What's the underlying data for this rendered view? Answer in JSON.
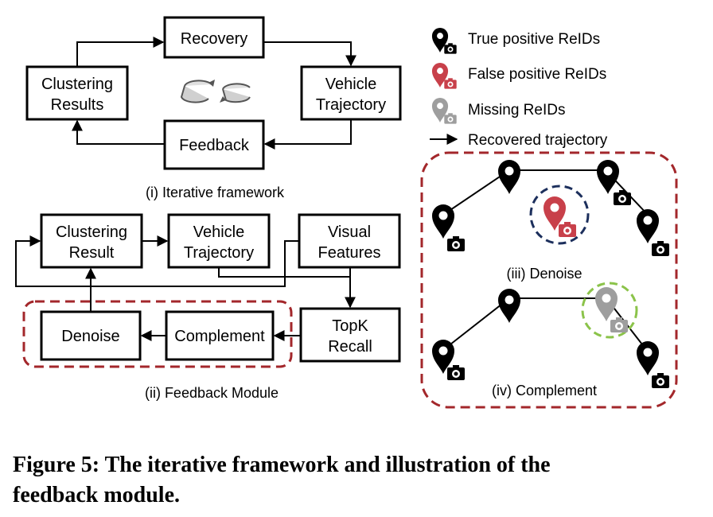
{
  "colors": {
    "true_positive": "#000000",
    "false_positive": "#c8404a",
    "missing": "#9e9e9e",
    "module_border": "#a3272b",
    "denoise_ring": "#1c2f5c",
    "complement_ring": "#8bc34a"
  },
  "icons": [
    "cycle-arrows-icon",
    "location-pin-icon",
    "camera-icon",
    "arrow-right-icon"
  ],
  "iterative_framework": {
    "recovery": "Recovery",
    "clustering_line1": "Clustering",
    "clustering_line2": "Results",
    "vehicle_line1": "Vehicle",
    "vehicle_line2": "Trajectory",
    "feedback": "Feedback",
    "caption": "(i) Iterative framework"
  },
  "feedback_module": {
    "clustering_line1": "Clustering",
    "clustering_line2": "Result",
    "vehicle_line1": "Vehicle",
    "vehicle_line2": "Trajectory",
    "visual_line1": "Visual",
    "visual_line2": "Features",
    "topk_line1": "TopK",
    "topk_line2": "Recall",
    "complement": "Complement",
    "denoise": "Denoise",
    "caption": "(ii) Feedback Module"
  },
  "legend": {
    "true_positive": "True positive ReIDs",
    "false_positive": "False positive ReIDs",
    "missing": "Missing ReIDs",
    "recovered": "Recovered trajectory"
  },
  "illustrations": {
    "denoise_caption": "(iii) Denoise",
    "complement_caption": "(iv) Complement"
  },
  "figure_caption": {
    "line1": "Figure 5: The iterative framework and illustration of the",
    "line2": "feedback module."
  }
}
